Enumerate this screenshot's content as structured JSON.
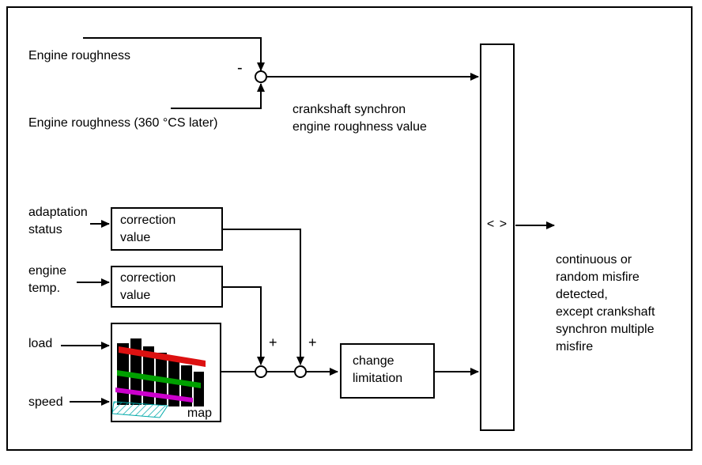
{
  "top": {
    "engine_roughness": "Engine roughness",
    "engine_roughness_later": "Engine roughness (360 °CS later)",
    "minus": "-",
    "sum_output_label": "crankshaft synchron\nengine roughness value"
  },
  "inputs": {
    "adaptation_status": "adaptation\nstatus",
    "engine_temp": "engine\ntemp.",
    "load": "load",
    "speed": "speed"
  },
  "blocks": {
    "correction_value_1": "correction\nvalue",
    "correction_value_2": "correction\nvalue",
    "map_label": "map",
    "change_limitation": "change\nlimitation",
    "comparator": "< >"
  },
  "sums": {
    "plus_1": "+",
    "plus_2": "+"
  },
  "output": {
    "result": "continuous or\nrandom misfire\ndetected,\nexcept crankshaft\nsynchron multiple\nmisfire"
  },
  "colors": {
    "line": "#000000",
    "map_red": "#dd1111",
    "map_green": "#00a000",
    "map_magenta": "#cc00cc",
    "map_cyan": "#00aaaa"
  }
}
